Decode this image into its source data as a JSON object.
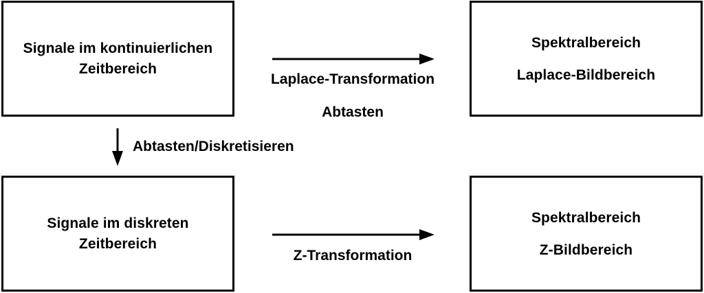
{
  "boxes": {
    "continuous": {
      "line1": "Signale im kontinuierlichen",
      "line2": "Zeitbereich"
    },
    "discrete": {
      "line1": "Signale im diskreten",
      "line2": "Zeitbereich"
    },
    "laplace_spectrum": {
      "line1": "Spektralbereich",
      "line2": "Laplace-Bildbereich"
    },
    "z_spectrum": {
      "line1": "Spektralbereich",
      "line2": "Z-Bildbereich"
    }
  },
  "edges": {
    "laplace": {
      "label1": "Laplace-Transformation",
      "label2": "Abtasten"
    },
    "sampling": {
      "label": "Abtasten/Diskretisieren"
    },
    "z": {
      "label": "Z-Transformation"
    }
  },
  "colors": {
    "stroke": "#000000",
    "background": "#ffffff"
  }
}
